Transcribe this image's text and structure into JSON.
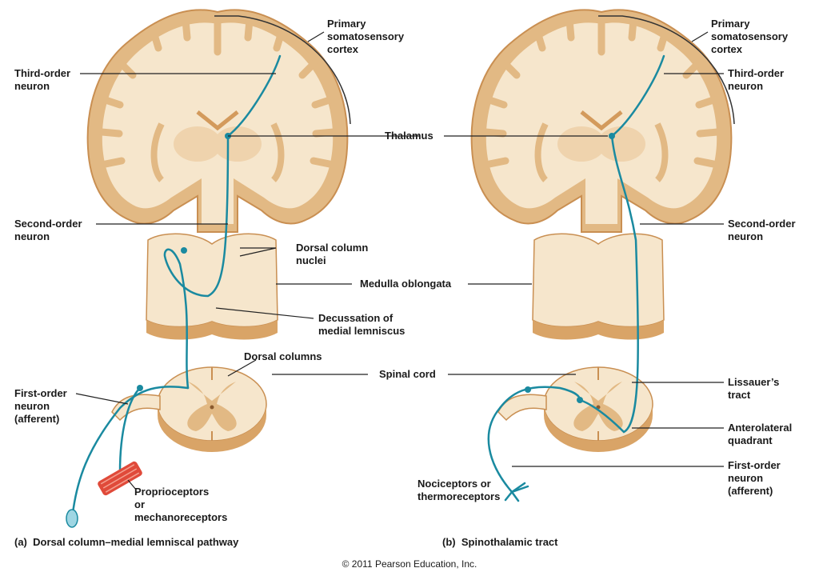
{
  "panels": {
    "a": {
      "letter": "(a)",
      "title": "Dorsal column–medial lemniscal pathway",
      "labels": {
        "primary_cortex_1": "Primary",
        "primary_cortex_2": "somatosensory",
        "primary_cortex_3": "cortex",
        "third_order_1": "Third-order",
        "third_order_2": "neuron",
        "second_order_1": "Second-order",
        "second_order_2": "neuron",
        "dorsal_nuclei_1": "Dorsal column",
        "dorsal_nuclei_2": "nuclei",
        "decussation_1": "Decussation of",
        "decussation_2": "medial lemniscus",
        "dorsal_columns": "Dorsal columns",
        "first_order_1": "First-order",
        "first_order_2": "neuron",
        "first_order_3": "(afferent)",
        "proprio_1": "Proprioceptors",
        "proprio_2": "or",
        "proprio_3": "mechanoreceptors"
      }
    },
    "b": {
      "letter": "(b)",
      "title": "Spinothalamic tract",
      "labels": {
        "primary_cortex_1": "Primary",
        "primary_cortex_2": "somatosensory",
        "primary_cortex_3": "cortex",
        "third_order_1": "Third-order",
        "third_order_2": "neuron",
        "second_order_1": "Second-order",
        "second_order_2": "neuron",
        "lissauer_1": "Lissauer’s",
        "lissauer_2": "tract",
        "anterolateral_1": "Anterolateral",
        "anterolateral_2": "quadrant",
        "first_order_1": "First-order",
        "first_order_2": "neuron",
        "first_order_3": "(afferent)",
        "noci_1": "Nociceptors or",
        "noci_2": "thermoreceptors"
      }
    }
  },
  "shared": {
    "thalamus": "Thalamus",
    "medulla": "Medulla oblongata",
    "spinal_cord": "Spinal cord"
  },
  "copyright": "© 2011 Pearson Education, Inc.",
  "colors": {
    "tissue": "#f6e6cc",
    "tissue_dark": "#e2b984",
    "tissue_edge": "#c98f52",
    "neuron": "#1a8aa0",
    "muscle": "#e04a3a"
  }
}
